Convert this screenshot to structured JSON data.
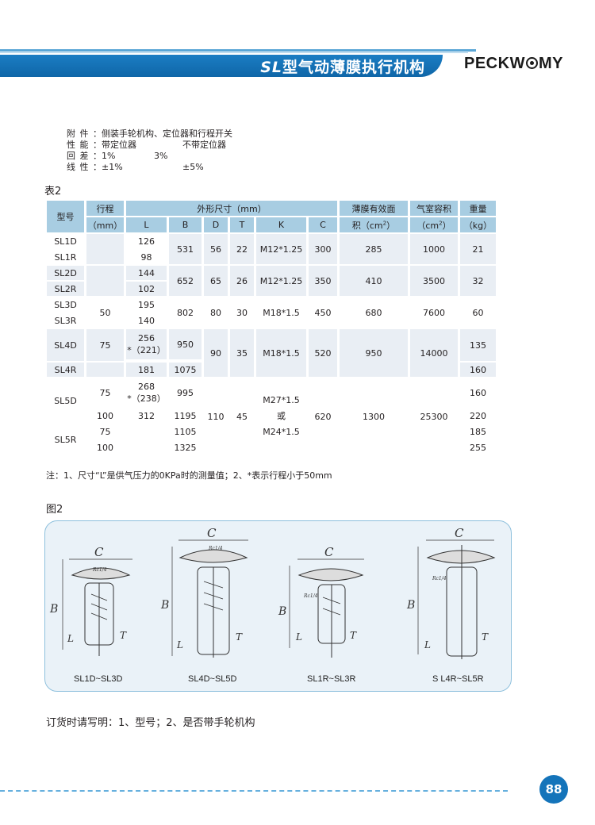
{
  "header": {
    "title_prefix": "SL",
    "title_rest": "型气动薄膜执行机构",
    "brand_a": "PECKW",
    "brand_b": "MY",
    "brand_logo": "circle-o-logo"
  },
  "specs": [
    {
      "label": "附件：",
      "v1": "侧装手轮机构、定位器和行程开关",
      "v2": ""
    },
    {
      "label": "性能：",
      "v1": "带定位器",
      "v2": "不带定位器"
    },
    {
      "label": "回差：",
      "v1": "1%",
      "v2": "3%"
    },
    {
      "label": "线性：",
      "v1": "±1%",
      "v2": "±5%"
    }
  ],
  "table_label": "表2",
  "table": {
    "h_model": "型号",
    "h_stroke": "行程",
    "h_stroke_unit": "（mm）",
    "h_dims": "外形尺寸（mm）",
    "h_area": "薄膜有效面",
    "h_area_unit": "积（cm",
    "h_vol": "气室容积",
    "h_vol_unit": "（cm",
    "h_weight": "重量",
    "h_weight_unit": "（kg）",
    "sup2": "2",
    "close_paren": "）",
    "sub_L": "L",
    "sub_B": "B",
    "sub_D": "D",
    "sub_T": "T",
    "sub_K": "K",
    "sub_C": "C",
    "sl1d": "SL1D",
    "sl1r": "SL1R",
    "sl2d": "SL2D",
    "sl2r": "SL2R",
    "sl3d": "SL3D",
    "sl3r": "SL3R",
    "sl4d": "SL4D",
    "sl4r": "SL4R",
    "sl5d": "SL5D",
    "sl5r": "SL5R",
    "g1_L1": "126",
    "g1_L2": "98",
    "g1_B": "531",
    "g1_D": "56",
    "g1_T": "22",
    "g1_K": "M12*1.25",
    "g1_C": "300",
    "g1_A": "285",
    "g1_V": "1000",
    "g1_W": "21",
    "g2_L1": "144",
    "g2_L2": "102",
    "g2_B": "652",
    "g2_D": "65",
    "g2_T": "26",
    "g2_K": "M12*1.25",
    "g2_C": "350",
    "g2_A": "410",
    "g2_V": "3500",
    "g2_W": "32",
    "g3_S": "50",
    "g3_L1": "195",
    "g3_L2": "140",
    "g3_B": "802",
    "g3_D": "80",
    "g3_T": "30",
    "g3_K": "M18*1.5",
    "g3_C": "450",
    "g3_A": "680",
    "g3_V": "7600",
    "g3_W": "60",
    "g4_S": "75",
    "g4_L1a": "256",
    "g4_L1b": "*（221）",
    "g4_B1": "950",
    "g4_L2": "181",
    "g4_B2": "1075",
    "g4_D": "90",
    "g4_T": "35",
    "g4_K": "M18*1.5",
    "g4_C": "520",
    "g4_A": "950",
    "g4_V": "14000",
    "g4_W1": "135",
    "g4_W2": "160",
    "g5_S1": "75",
    "g5_L1a": "268",
    "g5_L1b": "*（238）",
    "g5_B1": "995",
    "g5_W1": "160",
    "g5_S2": "100",
    "g5_L2": "312",
    "g5_B2": "1195",
    "g5_W2": "220",
    "g5_S3": "75",
    "g5_B3": "1105",
    "g5_W3": "185",
    "g5_S4": "100",
    "g5_B4": "1325",
    "g5_W4": "255",
    "g5_D": "110",
    "g5_T": "45",
    "g5_K1": "M27*1.5",
    "g5_K2": "或",
    "g5_K3": "M24*1.5",
    "g5_C": "620",
    "g5_A": "1300",
    "g5_V": "25300"
  },
  "note": "注：1、尺寸“L”是供气压力的0KPa时的测量值；2、*表示行程小于50mm",
  "figure_label": "图2",
  "figure": {
    "dim_C": "C",
    "dim_B": "B",
    "dim_L": "L",
    "dim_T": "T",
    "port": "Rc1/4",
    "captions": [
      "SL1D~SL3D",
      "SL4D~SL5D",
      "SL1R~SL3R",
      "S L4R~SL5R"
    ]
  },
  "order_note": "订货时请写明：1、型号；2、是否带手轮机构",
  "page_number": "88",
  "colors": {
    "header_blue": "#1474ba",
    "table_header": "#a8cde2",
    "table_cell": "#e9eef4",
    "figure_bg": "#eaf2f8"
  }
}
